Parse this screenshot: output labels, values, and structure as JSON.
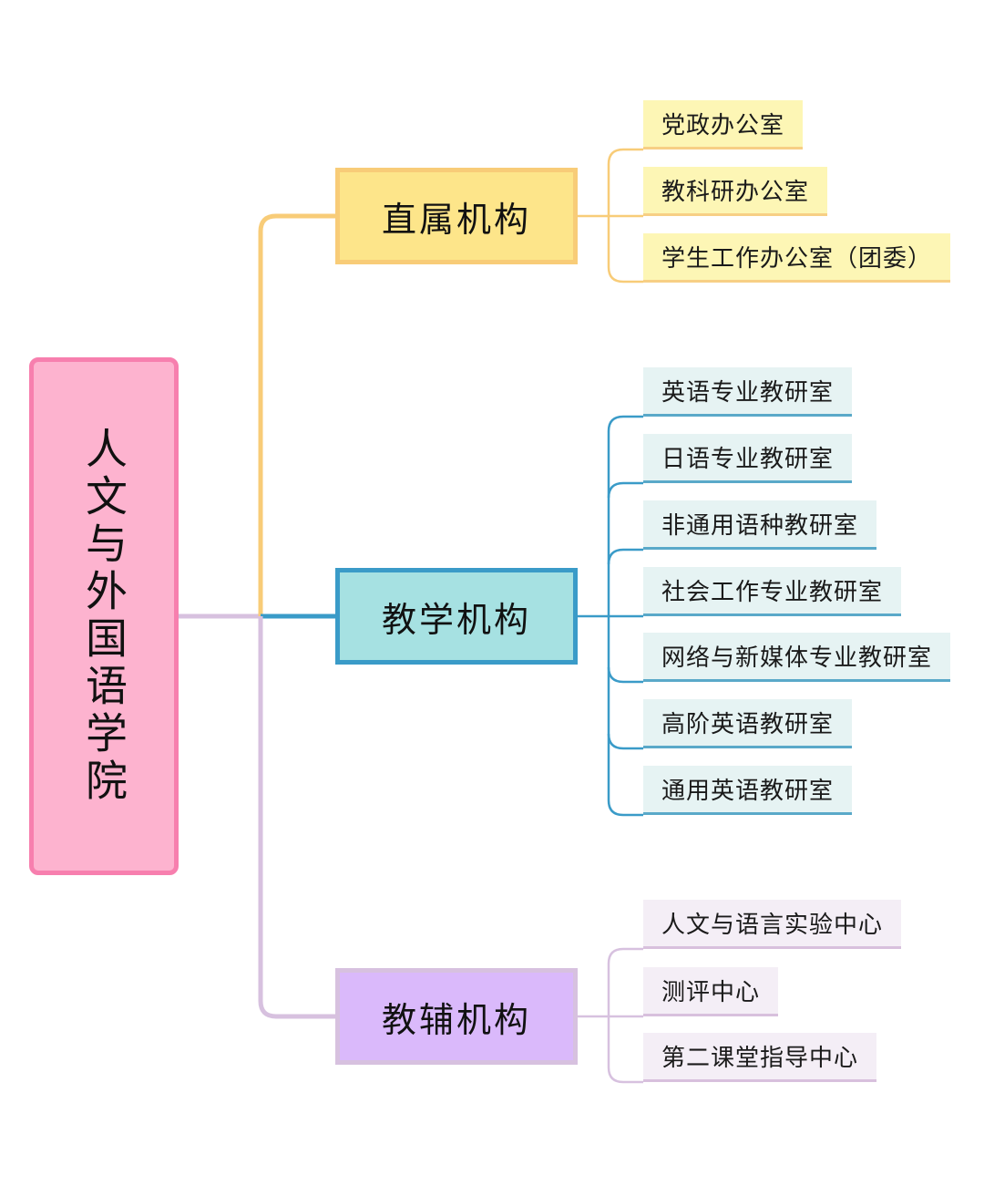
{
  "root": {
    "title": "人文与外国语学院"
  },
  "branches": [
    {
      "label": "直属机构",
      "children": [
        "党政办公室",
        "教科研办公室",
        "学生工作办公室（团委）"
      ]
    },
    {
      "label": "教学机构",
      "children": [
        "英语专业教研室",
        "日语专业教研室",
        "非通用语种教研室",
        "社会工作专业教研室",
        "网络与新媒体专业教研室",
        "高阶英语教研室",
        "通用英语教研室"
      ]
    },
    {
      "label": "教辅机构",
      "children": [
        "人文与语言实验中心",
        "测评中心",
        "第二课堂指导中心"
      ]
    }
  ],
  "colors": {
    "root_fill": "#fdb3cf",
    "root_border": "#f77fae",
    "yellow_line": "#f8cc78",
    "teal_line": "#3a9bc8",
    "purple_line": "#d7c1df"
  }
}
